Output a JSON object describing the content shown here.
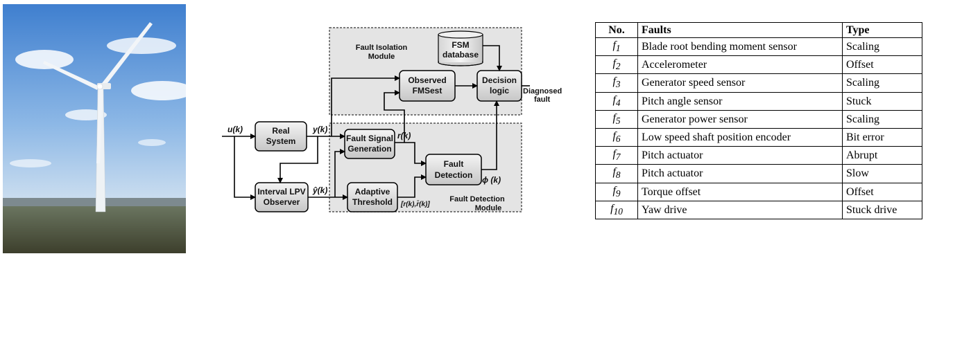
{
  "photo": {
    "alt_icon": "wind-turbine-icon"
  },
  "diagram": {
    "modules": {
      "isolation": [
        "Fault Isolation",
        "Module"
      ],
      "detection": [
        "Fault Detection",
        "Module"
      ]
    },
    "blocks": {
      "fsm_database": [
        "FSM",
        "database"
      ],
      "observed_fmsest": [
        "Observed",
        "FMSest"
      ],
      "decision_logic": [
        "Decision",
        "logic"
      ],
      "real_system": [
        "Real",
        "System"
      ],
      "fault_signal_generation": [
        "Fault Signal",
        "Generation"
      ],
      "fault_detection": [
        "Fault",
        "Detection"
      ],
      "interval_lpv_observer": [
        "Interval LPV",
        "Observer"
      ],
      "adaptive_threshold": [
        "Adaptive",
        "Threshold"
      ]
    },
    "signals": {
      "u": "u(k)",
      "y": "y(k)",
      "yhat": "ŷ(k)",
      "r": "r(k)",
      "phi": "ϕ (k)",
      "bounds": "[r(k),r̄(k)]",
      "output": [
        "Diagnosed",
        "fault"
      ]
    }
  },
  "table": {
    "headers": [
      "No.",
      "Faults",
      "Type"
    ],
    "rows": [
      {
        "sym": "f",
        "sub": "1",
        "fault": "Blade root bending moment sensor",
        "type": "Scaling"
      },
      {
        "sym": "f",
        "sub": "2",
        "fault": "Accelerometer",
        "type": "Offset"
      },
      {
        "sym": "f",
        "sub": "3",
        "fault": "Generator speed sensor",
        "type": "Scaling"
      },
      {
        "sym": "f",
        "sub": "4",
        "fault": "Pitch angle sensor",
        "type": "Stuck"
      },
      {
        "sym": "f",
        "sub": "5",
        "fault": "Generator power sensor",
        "type": "Scaling"
      },
      {
        "sym": "f",
        "sub": "6",
        "fault": "Low speed shaft position encoder",
        "type": "Bit error"
      },
      {
        "sym": "f",
        "sub": "7",
        "fault": "Pitch actuator",
        "type": "Abrupt"
      },
      {
        "sym": "f",
        "sub": "8",
        "fault": "Pitch actuator",
        "type": "Slow"
      },
      {
        "sym": "f",
        "sub": "9",
        "fault": "Torque offset",
        "type": "Offset"
      },
      {
        "sym": "f",
        "sub": "10",
        "fault": "Yaw drive",
        "type": "Stuck drive"
      }
    ]
  }
}
